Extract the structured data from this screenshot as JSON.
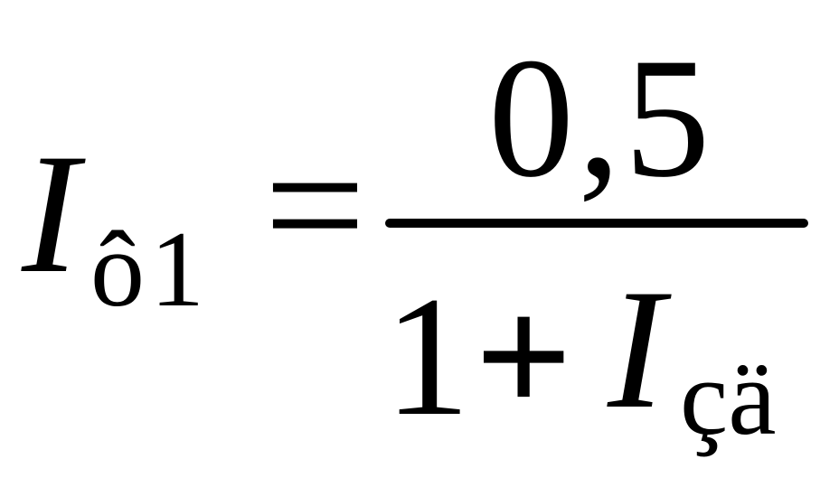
{
  "formula": {
    "lhs": {
      "variable": "I",
      "subscript": "ô1"
    },
    "relation": "=",
    "fraction": {
      "numerator": "0,5",
      "denominator": {
        "constant": "1",
        "operator": "+",
        "variable": "I",
        "subscript": "çä"
      }
    }
  }
}
